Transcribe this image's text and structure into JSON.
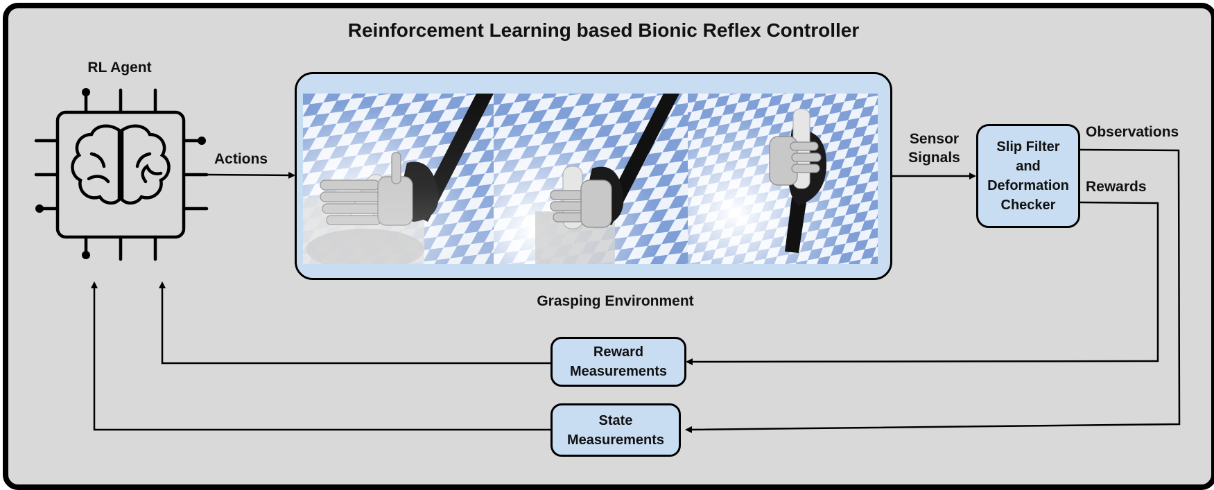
{
  "diagram": {
    "title": "Reinforcement Learning based Bionic Reflex Controller",
    "agent": {
      "label": "RL Agent",
      "icon": "brain-chip-icon"
    },
    "edges": {
      "actions": "Actions",
      "sensor_signals": "Sensor\nSignals",
      "observations": "Observations",
      "rewards": "Rewards"
    },
    "environment": {
      "label": "Grasping Environment",
      "scenes": [
        "scene-1",
        "scene-2",
        "scene-3"
      ]
    },
    "nodes": {
      "slip_filter": "Slip Filter\nand\nDeformation\nChecker",
      "reward_measurements": "Reward\nMeasurements",
      "state_measurements": "State\nMeasurements"
    },
    "colors": {
      "frame_bg": "#d9d9d9",
      "node_fill": "#c9ddf2",
      "line": "#000000"
    }
  }
}
